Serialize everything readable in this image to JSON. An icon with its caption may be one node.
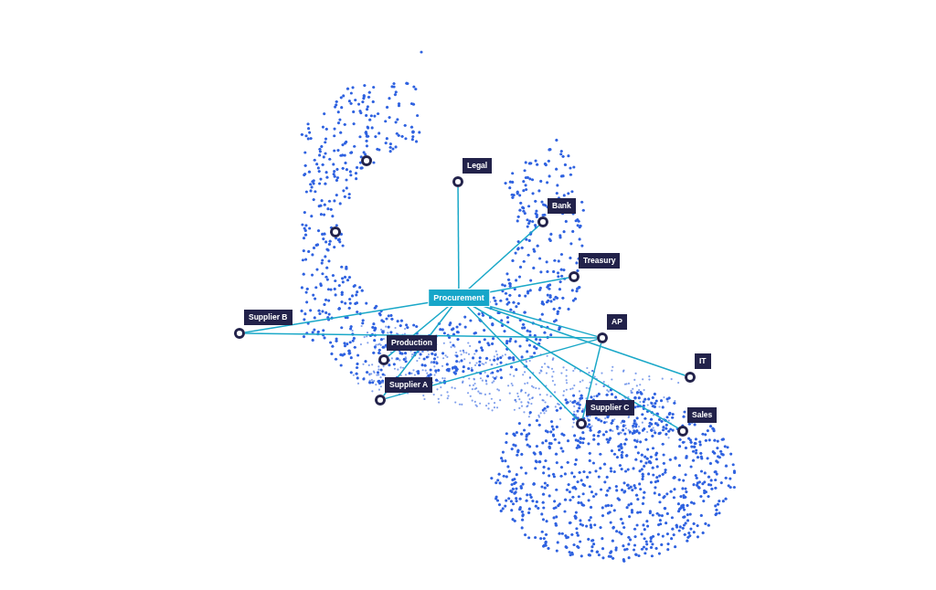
{
  "diagram": {
    "nodes": [
      {
        "text": [],
        "shape": "circle"
      },
      {
        "text": [],
        "shape": "circle",
        "beside": [
          "Legal"
        ]
      },
      {
        "text": [],
        "shape": "circle",
        "beside": [
          "Bank"
        ]
      },
      {
        "text": [],
        "shape": "circle"
      },
      {
        "text": [],
        "shape": "circle",
        "beside": [
          "Treasury"
        ]
      },
      {
        "text": [
          "Procurement"
        ]
      },
      {
        "text": [],
        "shape": "circle",
        "beside": [
          "Supplier B"
        ]
      },
      {
        "text": [],
        "shape": "circle",
        "beside": [
          "AP"
        ]
      },
      {
        "text": [],
        "shape": "circle",
        "beside": [
          "Production"
        ]
      },
      {
        "text": [],
        "shape": "circle",
        "beside": [
          "IT"
        ]
      },
      {
        "text": [],
        "shape": "circle",
        "beside": [
          "Supplier A"
        ]
      },
      {
        "text": [],
        "shape": "circle",
        "beside": [
          "Supplier C"
        ]
      },
      {
        "text": [],
        "shape": "circle",
        "beside": [
          "Sales"
        ]
      }
    ],
    "edges": [
      {
        "from": 5,
        "to": 1,
        "arrow": "none"
      },
      {
        "from": 5,
        "to": 2,
        "arrow": "none"
      },
      {
        "from": 5,
        "to": 4,
        "arrow": "none"
      },
      {
        "from": 5,
        "to": 6,
        "arrow": "none"
      },
      {
        "from": 5,
        "to": 7,
        "arrow": "none"
      },
      {
        "from": 5,
        "to": 8,
        "arrow": "none"
      },
      {
        "from": 5,
        "to": 10,
        "arrow": "none"
      },
      {
        "from": 5,
        "to": 9,
        "arrow": "none"
      },
      {
        "from": 5,
        "to": 11,
        "arrow": "none"
      },
      {
        "from": 5,
        "to": 12,
        "arrow": "none"
      },
      {
        "from": 7,
        "to": 6,
        "arrow": "none"
      },
      {
        "from": 7,
        "to": 10,
        "arrow": "none"
      },
      {
        "from": 7,
        "to": 11,
        "arrow": "none"
      }
    ]
  }
}
